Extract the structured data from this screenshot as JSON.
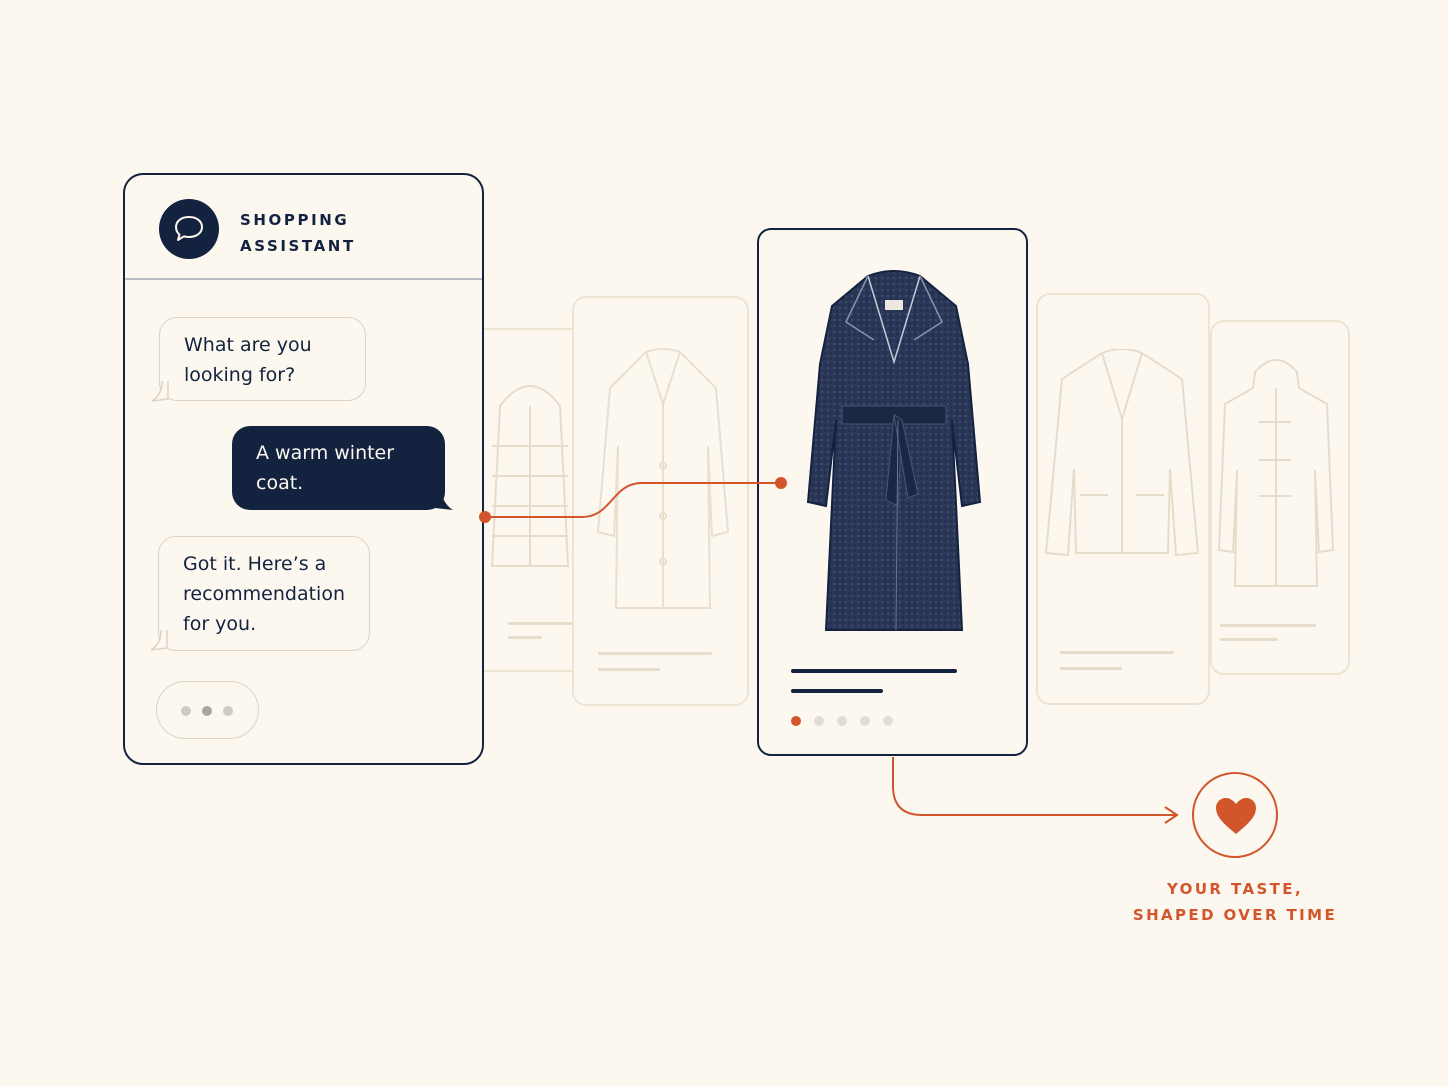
{
  "chat": {
    "title_line1": "SHOPPING",
    "title_line2": "ASSISTANT",
    "icon": "chat-bubble-icon",
    "messages": [
      {
        "role": "assistant",
        "lines": [
          "What are you",
          "looking for?"
        ]
      },
      {
        "role": "user",
        "lines": [
          "A warm winter",
          "coat."
        ]
      },
      {
        "role": "assistant",
        "lines": [
          "Got it. Here’s a",
          "recommendation",
          "for you."
        ]
      }
    ],
    "typing_indicator_dots": 3
  },
  "carousel": {
    "products": [
      {
        "icon": "puffer-vest-icon",
        "state": "faded"
      },
      {
        "icon": "long-coat-icon",
        "state": "faded"
      },
      {
        "icon": "belted-wrap-coat-icon",
        "state": "selected"
      },
      {
        "icon": "shearling-jacket-icon",
        "state": "faded"
      },
      {
        "icon": "duffle-coat-icon",
        "state": "faded"
      }
    ],
    "page_dots": 5,
    "active_page": 1
  },
  "like": {
    "icon": "heart-icon",
    "tagline_line1": "YOUR TASTE,",
    "tagline_line2": "SHAPED OVER TIME"
  },
  "colors": {
    "navy": "#13223f",
    "accent": "#d2552b",
    "background": "#fcf8f0",
    "faded_line": "#e6dccb"
  }
}
